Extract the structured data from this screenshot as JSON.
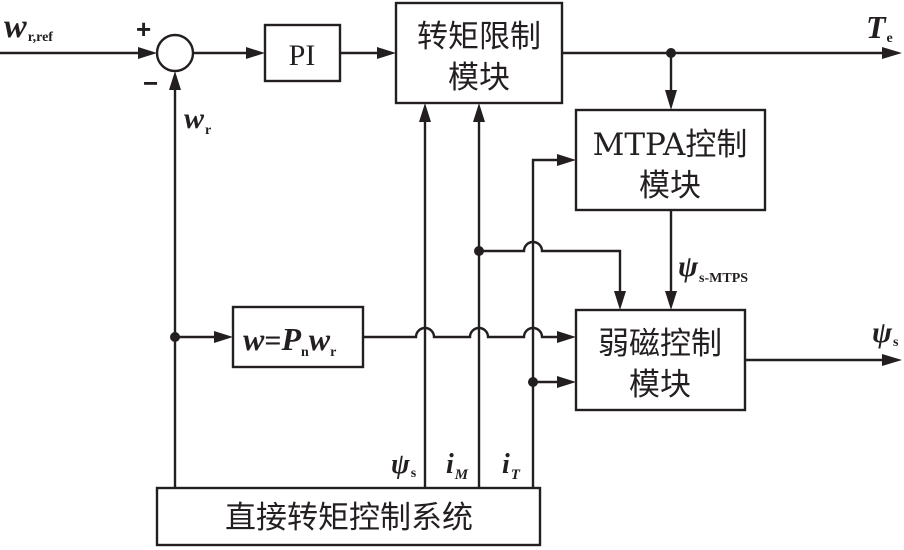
{
  "diagram": {
    "title": "",
    "colors": {
      "stroke": "#231f20",
      "background": "#ffffff"
    },
    "signals": {
      "speed_ref": {
        "symbol": "w",
        "subscript": "r,ref"
      },
      "speed_feedback": {
        "symbol": "w",
        "subscript": "r"
      },
      "torque_out": {
        "symbol": "T",
        "subscript": "e"
      },
      "flux_out": {
        "symbol": "ψ",
        "subscript": "s"
      },
      "flux_mtps": {
        "symbol": "ψ",
        "subscript": "s-MTPS"
      },
      "flux_feedback": {
        "symbol": "ψ",
        "subscript": "s"
      },
      "current_m": {
        "symbol": "i",
        "subscript": "M"
      },
      "current_t": {
        "symbol": "i",
        "subscript": "T"
      }
    },
    "summing_junction": {
      "plus_sign": "+",
      "minus_sign": "−"
    },
    "blocks": {
      "pi": {
        "label": "PI"
      },
      "torque_limit": {
        "line1": "转矩限制",
        "line2": "模块"
      },
      "mtpa": {
        "line1": "MTPA控制",
        "line2": "模块"
      },
      "flux_weakening": {
        "line1": "弱磁控制",
        "line2": "模块"
      },
      "speed_conversion": {
        "lhs": "w",
        "eq": "=",
        "p": "P",
        "p_sub": "n",
        "w": "w",
        "w_sub": "r"
      },
      "dtc_system": {
        "label": "直接转矩控制系统"
      }
    }
  }
}
